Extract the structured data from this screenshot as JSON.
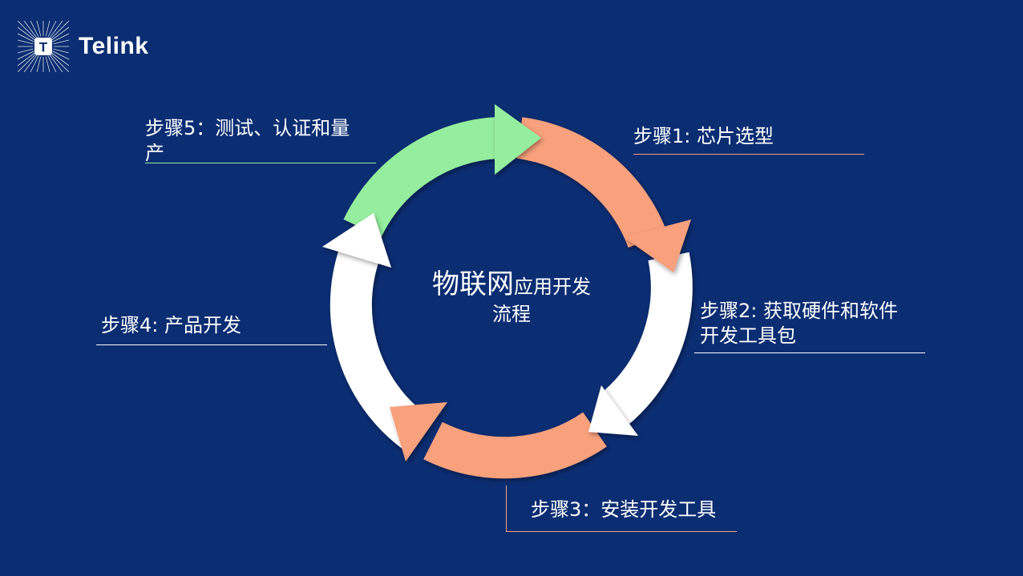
{
  "brand": {
    "name": "Telink",
    "mark_letter": "T"
  },
  "center_title": {
    "big": "物联网",
    "small_line1": "应用开发",
    "small_line2": "流程"
  },
  "steps": [
    {
      "label": "步骤1: 芯片选型",
      "arc_color": "#f9a07c"
    },
    {
      "label": "步骤2: 获取硬件和软件开发工具包",
      "line1": "步骤2: 获取硬件和软件",
      "line2": "开发工具包",
      "arc_color": "#ffffff"
    },
    {
      "label": "步骤3：安装开发工具",
      "arc_color": "#f9a07c"
    },
    {
      "label": "步骤4: 产品开发",
      "arc_color": "#ffffff"
    },
    {
      "label": "步骤5：测试、认证和量产",
      "line1": "步骤5：测试、认证和量",
      "line2": "产",
      "arc_color": "#95ee9e"
    }
  ],
  "colors": {
    "background": "#0b2d72",
    "salmon": "#f9a07c",
    "green": "#95ee9e",
    "white": "#ffffff"
  }
}
